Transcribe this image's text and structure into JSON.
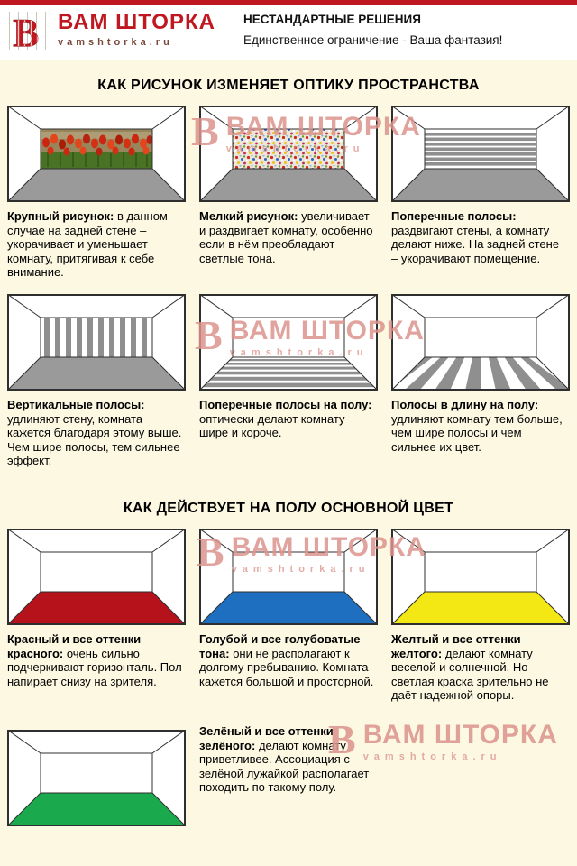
{
  "header": {
    "brand": "ВАМ ШТОРКА",
    "site": "vamshtorka.ru",
    "slogan_title": "НЕСТАНДАРТНЫЕ РЕШЕНИЯ",
    "slogan_text": "Единственное ограничение - Ваша фантазия!"
  },
  "logo_letter": "В",
  "watermark": {
    "logo_letter": "В",
    "brand": "ВАМ ШТОРКА",
    "site": "vamshtorka.ru"
  },
  "colors": {
    "accent": "#c01820",
    "page_bg": "#fcf8e2",
    "floor_gray": "#9a9a9a",
    "stripe_gray": "#8f8f8f",
    "watermark_pink": "#dc938c"
  },
  "sections": [
    {
      "title": "КАК РИСУНОК ИЗМЕНЯЕТ ОПТИКУ ПРОСТРАНСТВА",
      "cards": [
        {
          "illustration": "large-floral-mural-back-wall",
          "lead": "Крупный рисунок:",
          "text": "в данном случае на задней стене – укорачивает и уменьшает комнату, притягивая к себе внимание."
        },
        {
          "illustration": "small-floral-pattern-back-wall",
          "lead": "Мелкий рисунок:",
          "text": "увеличивает и раздвигает комнату, особенно если в нём преобладают светлые тона."
        },
        {
          "illustration": "horizontal-stripes-back-wall",
          "lead": "Поперечные полосы:",
          "text": "раздвигают стены, а комнату делают ниже. На задней стене – укорачивают помещение."
        },
        {
          "illustration": "vertical-stripes-back-wall",
          "lead": "Вертикальные полосы:",
          "text": "удлиняют стену, комната кажется благодаря этому выше. Чем шире полосы, тем сильнее эффект."
        },
        {
          "illustration": "cross-stripes-on-floor",
          "lead": "Поперечные полосы на полу:",
          "text": "оптически делают комнату шире и короче."
        },
        {
          "illustration": "lengthwise-stripes-on-floor",
          "lead": "Полосы в длину на полу:",
          "text": "удлиняют комнату тем больше, чем шире полосы и чем сильнее их цвет."
        }
      ]
    },
    {
      "title": "КАК ДЕЙСТВУЕТ НА ПОЛУ ОСНОВНОЙ ЦВЕТ",
      "cards": [
        {
          "illustration": "red-floor-room",
          "floor": "#b5121b",
          "lead": "Красный и все оттенки красного:",
          "text": "очень сильно подчеркивают горизонталь. Пол напирает снизу на зрителя."
        },
        {
          "illustration": "blue-floor-room",
          "floor": "#1e6fbf",
          "lead": "Голубой и все голубоватые тона:",
          "text": "они не располагают к долгому пребыванию. Комната кажется большой и просторной."
        },
        {
          "illustration": "yellow-floor-room",
          "floor": "#f3e814",
          "lead": "Желтый и все оттенки желтого:",
          "text": "делают комнату веселой и солнечной. Но светлая краска зрительно не даёт надежной опоры."
        },
        {
          "illustration": "green-floor-room",
          "floor": "#1aa94c",
          "lead": "Зелёный и все оттенки зелёного:",
          "text": "делают комнату приветливее. Ассоциация с зелёной лужайкой располагает походить по такому полу."
        }
      ]
    }
  ]
}
